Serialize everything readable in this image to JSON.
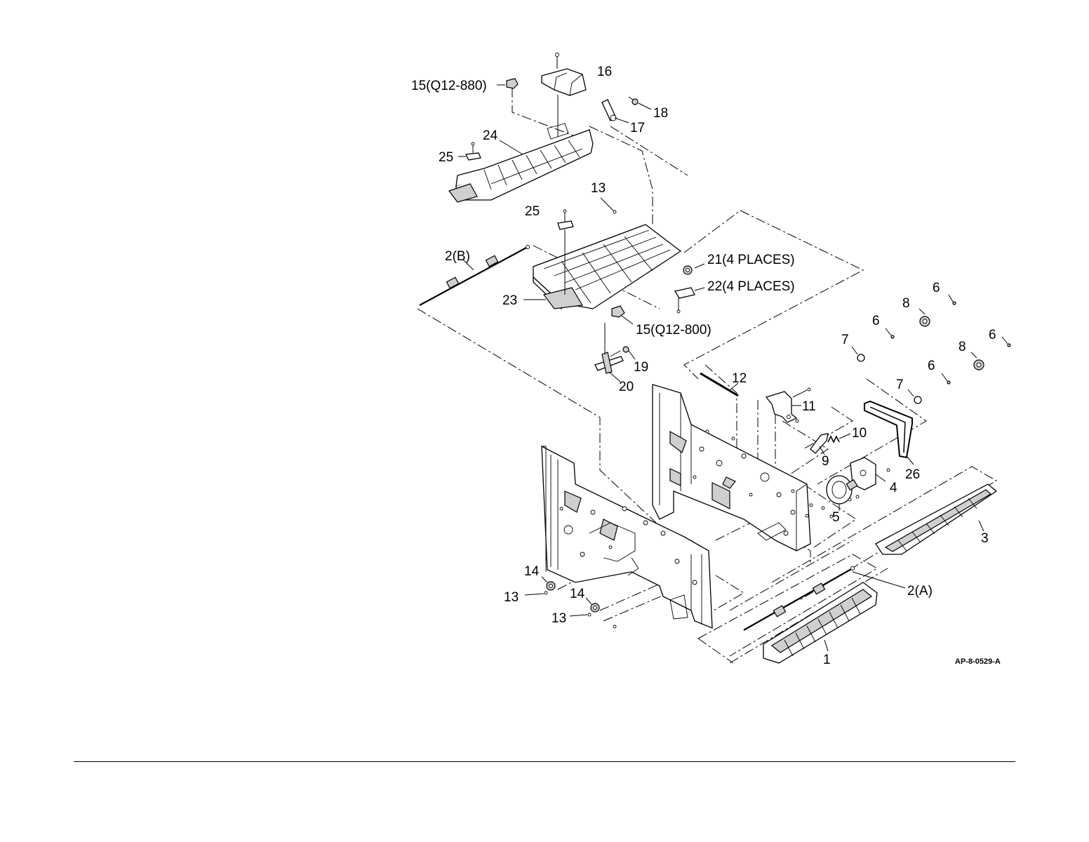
{
  "figure_id": "AP-8-0529-A",
  "callouts": {
    "c1": "1",
    "c2a": "2(A)",
    "c2b": "2(B)",
    "c3": "3",
    "c4": "4",
    "c5": "5",
    "c6a": "6",
    "c6b": "6",
    "c6c": "6",
    "c6d": "6",
    "c7a": "7",
    "c7b": "7",
    "c8a": "8",
    "c8b": "8",
    "c9": "9",
    "c10": "10",
    "c11": "11",
    "c12": "12",
    "c13a": "13",
    "c13b": "13",
    "c13c": "13",
    "c14a": "14",
    "c14b": "14",
    "c15a": "15(Q12-880)",
    "c15b": "15(Q12-800)",
    "c16": "16",
    "c17": "17",
    "c18": "18",
    "c19": "19",
    "c20": "20",
    "c21": "21(4 PLACES)",
    "c22": "22(4 PLACES)",
    "c23": "23",
    "c24": "24",
    "c25a": "25",
    "c25b": "25",
    "c26": "26"
  }
}
